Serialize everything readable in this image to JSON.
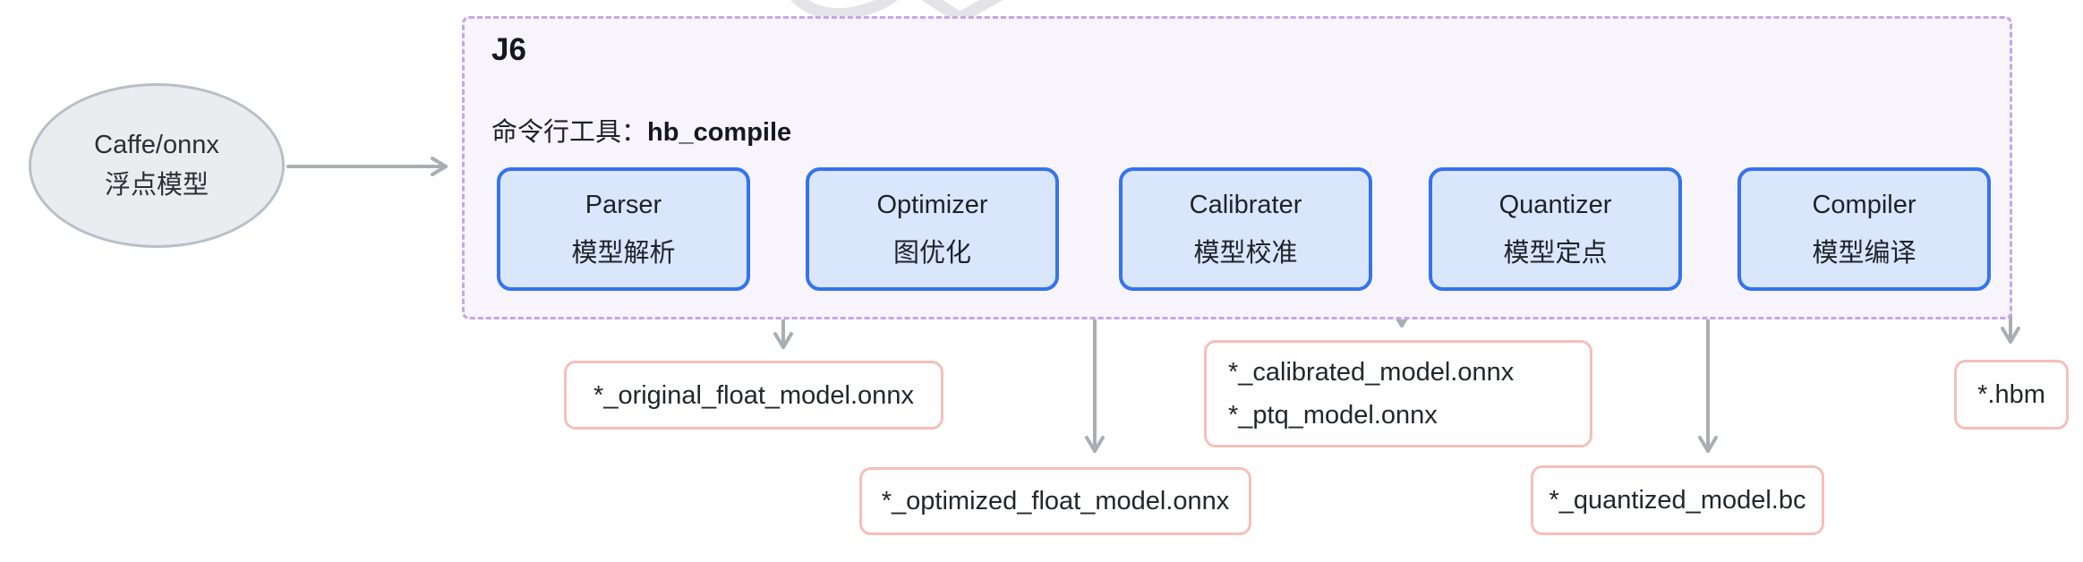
{
  "diagram": {
    "input_node": {
      "line1": "Caffe/onnx",
      "line2": "浮点模型"
    },
    "container": {
      "title": "J6",
      "cli_label": "命令行工具：",
      "cli_tool": "hb_compile"
    },
    "stages": [
      {
        "name": "Parser",
        "desc": "模型解析"
      },
      {
        "name": "Optimizer",
        "desc": "图优化"
      },
      {
        "name": "Calibrater",
        "desc": "模型校准"
      },
      {
        "name": "Quantizer",
        "desc": "模型定点"
      },
      {
        "name": "Compiler",
        "desc": "模型编译"
      }
    ],
    "outputs": [
      {
        "line1": "*_original_float_model.onnx"
      },
      {
        "line1": "*_optimized_float_model.onnx"
      },
      {
        "line1": "*_calibrated_model.onnx",
        "line2": "*_ptq_model.onnx"
      },
      {
        "line1": "*_quantized_model.bc"
      },
      {
        "line1": "*.hbm"
      }
    ],
    "colors": {
      "stage_fill": "#dae6fb",
      "stage_border": "#3573ee",
      "container_fill": "#f8f4fc",
      "container_border": "#c6a6e8",
      "output_border": "#f6bfb8",
      "arrow_gray": "#a9aeb5",
      "input_fill": "#e9edf0",
      "input_border": "#b9bfc7"
    }
  }
}
